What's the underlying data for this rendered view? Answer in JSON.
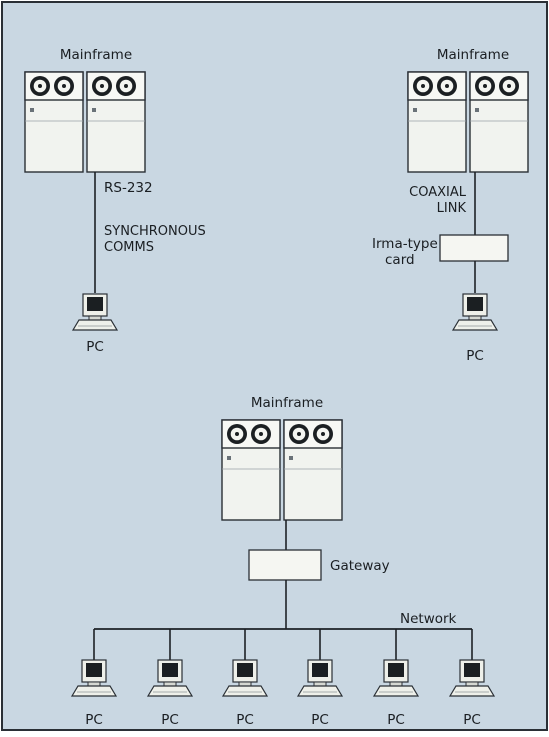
{
  "colors": {
    "background": "#c9d7e2",
    "border": "#2a2f35",
    "line": "#1d2126",
    "cabinet": "#f1f3ef",
    "device_fill": "#eef0ea",
    "screen": "#1b1f22"
  },
  "mainframe_top_left": {
    "label": "Mainframe",
    "link_label_1": "RS-232",
    "link_label_2a": "SYNCHRONOUS",
    "link_label_2b": "COMMS",
    "pc_label": "PC"
  },
  "mainframe_top_right": {
    "label": "Mainframe",
    "link_label_a": "COAXIAL",
    "link_label_b": "LINK",
    "card_label_a": "Irma-type",
    "card_label_b": "card",
    "pc_label": "PC"
  },
  "mainframe_bottom": {
    "label": "Mainframe",
    "gateway_label": "Gateway",
    "network_label": "Network",
    "pcs": [
      "PC",
      "PC",
      "PC",
      "PC",
      "PC",
      "PC"
    ]
  }
}
